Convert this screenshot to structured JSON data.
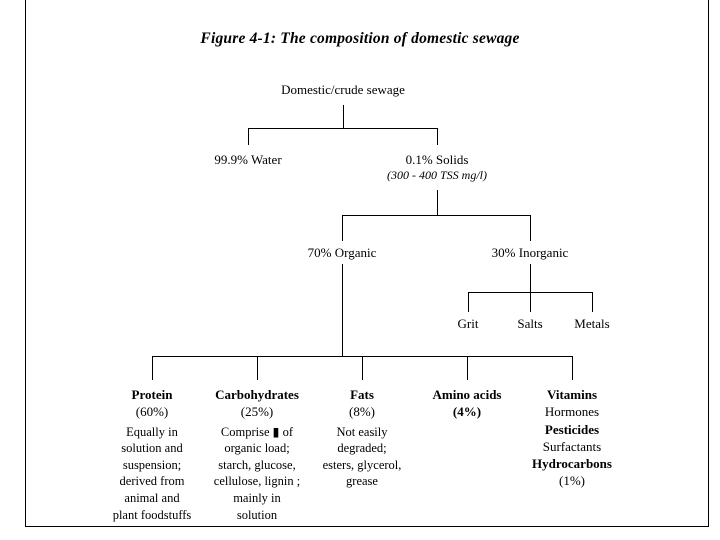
{
  "figure": {
    "title": "Figure 4-1:  The composition of domestic sewage"
  },
  "tree": {
    "root": {
      "label": "Domestic/crude sewage"
    },
    "level1": [
      {
        "label": "99.9% Water",
        "sub": ""
      },
      {
        "label": "0.1% Solids",
        "sub": "(300 - 400 TSS mg/l)"
      }
    ],
    "level2": [
      {
        "label": "70% Organic"
      },
      {
        "label": "30% Inorganic"
      }
    ],
    "inorganic_children": [
      {
        "label": "Grit"
      },
      {
        "label": "Salts"
      },
      {
        "label": "Metals"
      }
    ],
    "organic_children": [
      {
        "head": "Protein",
        "pct": "(60%)",
        "pct_bold": false,
        "lines": [
          {
            "text": "Equally in",
            "bold": false
          },
          {
            "text": "solution and",
            "bold": false
          },
          {
            "text": "suspension;",
            "bold": false
          },
          {
            "text": "derived from",
            "bold": false
          },
          {
            "text": "animal and",
            "bold": false
          },
          {
            "text": "plant foodstuffs",
            "bold": false
          }
        ]
      },
      {
        "head": "Carbohydrates",
        "pct": "(25%)",
        "pct_bold": false,
        "lines": [
          {
            "text": "Comprise ▮ of",
            "bold": false
          },
          {
            "text": "organic load;",
            "bold": false
          },
          {
            "text": "starch, glucose,",
            "bold": false
          },
          {
            "text": "cellulose, lignin ;",
            "bold": false
          },
          {
            "text": "mainly in",
            "bold": false
          },
          {
            "text": "solution",
            "bold": false
          }
        ]
      },
      {
        "head": "Fats",
        "pct": "(8%)",
        "pct_bold": false,
        "lines": [
          {
            "text": "Not easily",
            "bold": false
          },
          {
            "text": "degraded;",
            "bold": false
          },
          {
            "text": "esters, glycerol,",
            "bold": false
          },
          {
            "text": "grease",
            "bold": false
          }
        ]
      },
      {
        "head": "Amino acids",
        "pct": "(4%)",
        "pct_bold": true,
        "lines": []
      },
      {
        "head": "Vitamins",
        "pct": "",
        "pct_bold": false,
        "lines": [
          {
            "text": "Hormones",
            "bold": false
          },
          {
            "text": "Pesticides",
            "bold": true
          },
          {
            "text": "Surfactants",
            "bold": false
          },
          {
            "text": "Hydrocarbons",
            "bold": true
          },
          {
            "text": "(1%)",
            "bold": false
          }
        ]
      }
    ]
  },
  "colors": {
    "ink": "#000000",
    "paper": "#ffffff"
  }
}
